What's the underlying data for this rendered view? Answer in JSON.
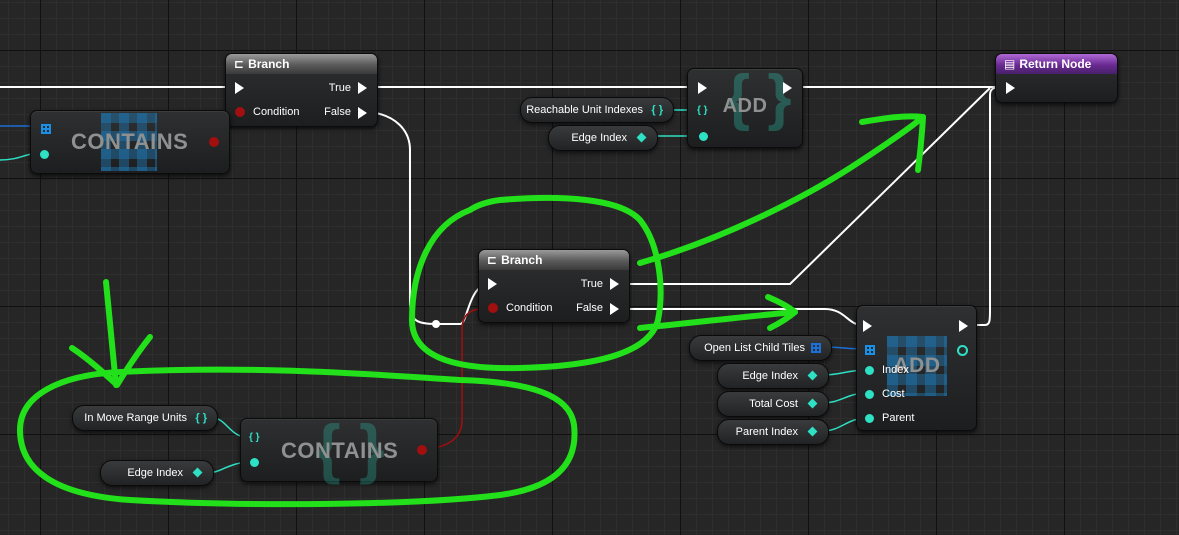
{
  "nodes": {
    "branch_top": {
      "title": "Branch",
      "true_label": "True",
      "false_label": "False",
      "condition_label": "Condition"
    },
    "branch_mid": {
      "title": "Branch",
      "true_label": "True",
      "false_label": "False",
      "condition_label": "Condition"
    },
    "return_node": {
      "title": "Return Node"
    },
    "contains_top": {
      "label": "CONTAINS"
    },
    "contains_bottom": {
      "label": "CONTAINS"
    },
    "add_top": {
      "label": "ADD"
    },
    "add_bottom": {
      "label": "ADD",
      "index_label": "Index",
      "cost_label": "Cost",
      "parent_label": "Parent"
    }
  },
  "variables": {
    "reachable_unit_indexes": "Reachable Unit Indexes",
    "edge_index_top": "Edge Index",
    "open_list_child_tiles": "Open List Child Tiles",
    "edge_index_right": "Edge Index",
    "total_cost": "Total Cost",
    "parent_index": "Parent Index",
    "in_move_range_units": "In Move Range Units",
    "edge_index_bottom": "Edge Index"
  },
  "icons": {
    "branch": "branch-icon",
    "return": "return-icon",
    "set": "set-braces-icon",
    "array": "array-grid-icon"
  },
  "colors": {
    "background": "#262626",
    "exec_wire": "#ffffff",
    "bool_wire": "#a10f0f",
    "int_wire": "#2ee0c4",
    "array_wire": "#1b6fd6",
    "annotation": "#22e01a",
    "return_header": "#6a2a92"
  }
}
